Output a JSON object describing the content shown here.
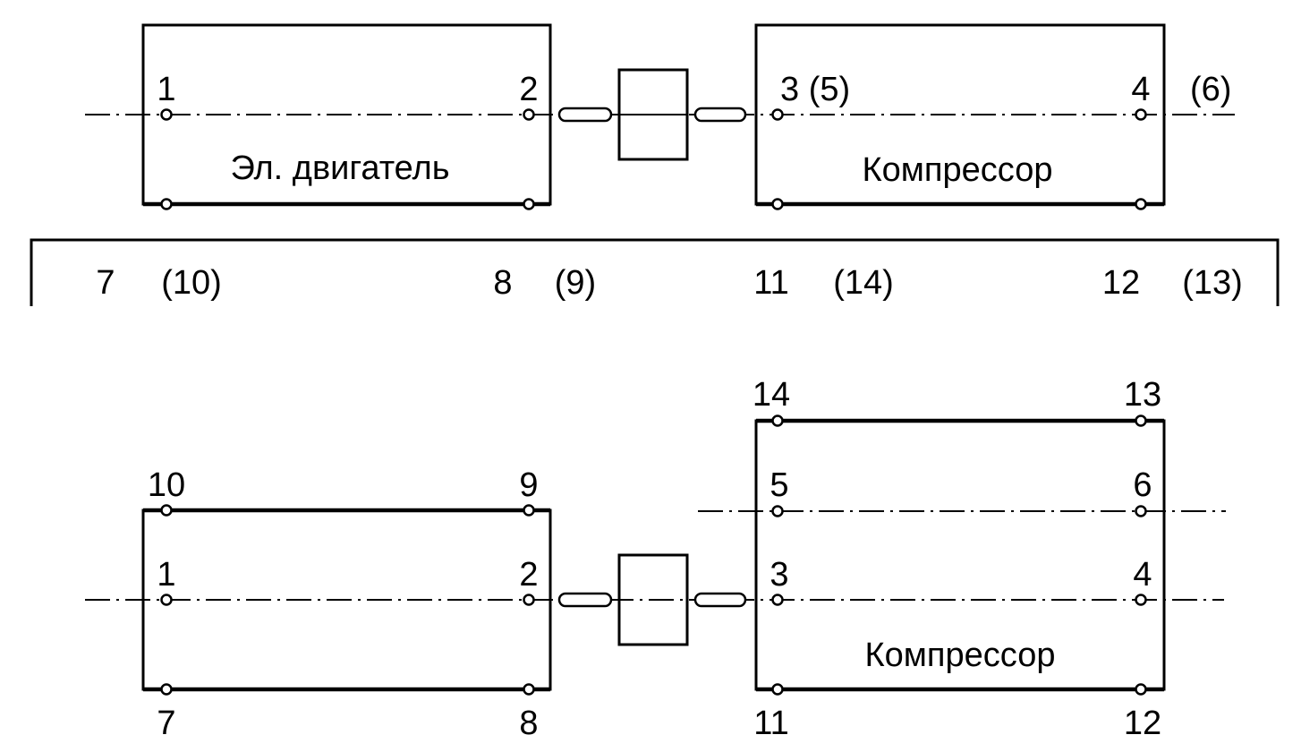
{
  "top": {
    "motor_label": "Эл. двигатель",
    "compressor_label": "Компрессор",
    "points": {
      "p1": "1",
      "p2": "2",
      "p3": "3 (5)",
      "p4": "4",
      "p6": "(6)"
    }
  },
  "bracket": {
    "labels": {
      "b7": "7",
      "b10": "(10)",
      "b8": "8",
      "b9": "(9)",
      "b11": "11",
      "b14": "(14)",
      "b12": "12",
      "b13": "(13)"
    }
  },
  "bottom": {
    "compressor_label": "Компрессор",
    "points": {
      "p1": "1",
      "p2": "2",
      "p3": "3",
      "p4": "4",
      "p5": "5",
      "p6": "6",
      "p7": "7",
      "p8": "8",
      "p9": "9",
      "p10": "10",
      "p11": "11",
      "p12": "12",
      "p13": "13",
      "p14": "14"
    }
  }
}
